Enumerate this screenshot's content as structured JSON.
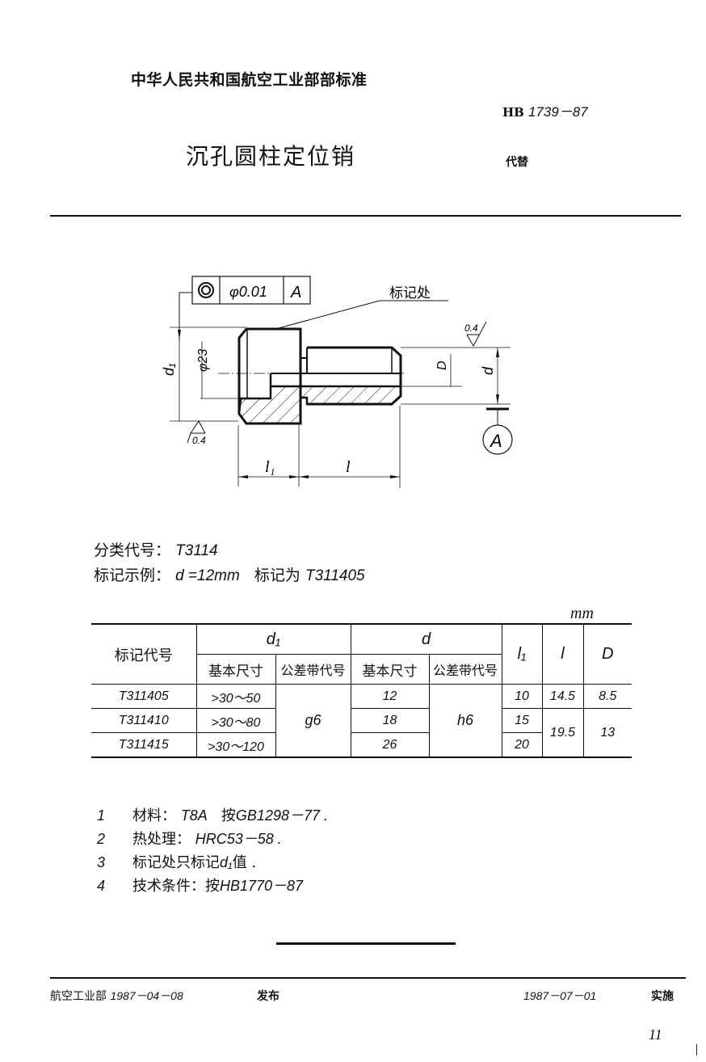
{
  "header": {
    "organization": "中华人民共和国航空工业部部标准",
    "standard_prefix": "HB",
    "standard_number": "1739－87",
    "title": "沉孔圆柱定位销",
    "replaces_label": "代替"
  },
  "drawing": {
    "tolerance_frame": {
      "symbol": "concentricity-icon",
      "value": "φ0.01",
      "datum": "A"
    },
    "marking_label": "标记处",
    "labels": {
      "d1": "d₁",
      "phi23": "φ23",
      "D": "D",
      "d": "d",
      "l1": "l₁",
      "l": "l",
      "datum": "A",
      "roughness_top": "0.4",
      "roughness_bottom": "0.4"
    }
  },
  "meta": {
    "class_code_label": "分类代号：",
    "class_code": "T3114",
    "marking_example_label": "标记示例：",
    "marking_example_value": "d =12mm",
    "marking_as_label": "标记为",
    "marking_as_value": "T311405"
  },
  "table": {
    "unit": "mm",
    "headers": {
      "code": "标记代号",
      "d1": "d₁",
      "d": "d",
      "basic_size": "基本尺寸",
      "tolerance_code": "公差带代号",
      "l1": "l₁",
      "l": "l",
      "D": "D"
    },
    "rows": [
      {
        "code": "T311405",
        "d1_basic": ">30～50",
        "d_basic": "12",
        "l1": "10"
      },
      {
        "code": "T311410",
        "d1_basic": ">30～80",
        "d_basic": "18",
        "l1": "15"
      },
      {
        "code": "T311415",
        "d1_basic": ">30～120",
        "d_basic": "26",
        "l1": "20"
      }
    ],
    "merged": {
      "d1_tolerance": "g6",
      "d_tolerance": "h6",
      "l_row1": "14.5",
      "l_rows23": "19.5",
      "D_row1": "8.5",
      "D_rows23": "13"
    }
  },
  "notes": [
    {
      "num": "1",
      "label": "材料：",
      "text": "T8A",
      "extra_label": "按",
      "extra": "GB1298－77 ."
    },
    {
      "num": "2",
      "label": "热处理：",
      "text": "HRC53－58 ."
    },
    {
      "num": "3",
      "label": "标记处只标记",
      "text": "d₁",
      "extra_label": "值",
      "extra": " ."
    },
    {
      "num": "4",
      "label": "技术条件：按",
      "text": "HB1770－87"
    }
  ],
  "footer": {
    "issuer": "航空工业部",
    "issue_date": "1987－04－08",
    "issue_label": "发布",
    "effective_date": "1987－07－01",
    "effective_label": "实施",
    "page_number": "11"
  }
}
